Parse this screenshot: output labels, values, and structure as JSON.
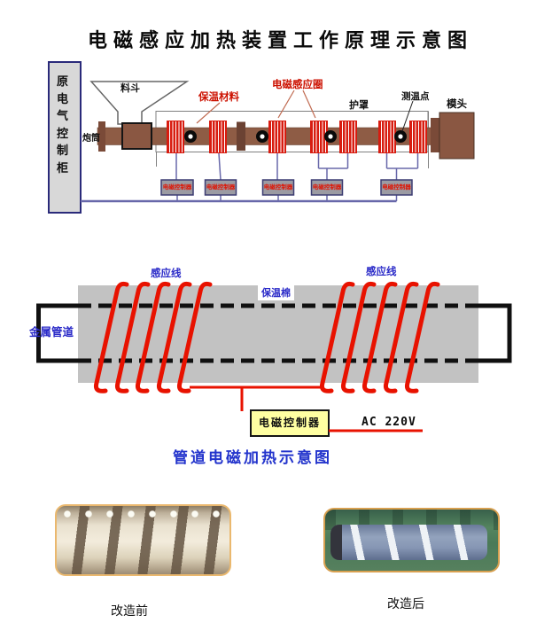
{
  "title": "电磁感应加热装置工作原理示意图",
  "top_diagram": {
    "cabinet_label": "原电气控制柜",
    "hopper_label": "料斗",
    "barrel_label": "炮筒",
    "insulation_label": "保温材料",
    "coil_label": "电磁感应圈",
    "cover_label": "护罩",
    "temp_point_label": "测温点",
    "die_label": "模头",
    "controller_label": "电磁控制器",
    "controller_count": 5,
    "coil_count": 7,
    "colors": {
      "barrel": "#8e5c45",
      "coil_red": "#d81c10",
      "wire_slate": "#6868aa",
      "label_red": "#cc1100",
      "cabinet_fill": "#d8d8d8",
      "cabinet_border": "#2a2a7a",
      "controller_box_fill": "#9b9ba3"
    }
  },
  "middle_diagram": {
    "induction_wire_label_left": "感应线",
    "induction_wire_label_right": "感应线",
    "insulation_label": "保温棉",
    "pipe_label": "金属管道",
    "controller_label": "电磁控制器",
    "power_label": "AC 220V",
    "caption": "管道电磁加热示意图",
    "colors": {
      "insulation_gray": "#c2c2c2",
      "coil_red": "#e81200",
      "controller_fill": "#ffffa2",
      "label_blue": "#2a2ac8",
      "pipe_black": "#101010"
    }
  },
  "photos": {
    "before": {
      "label": "改造前"
    },
    "after": {
      "label": "改造后"
    }
  }
}
